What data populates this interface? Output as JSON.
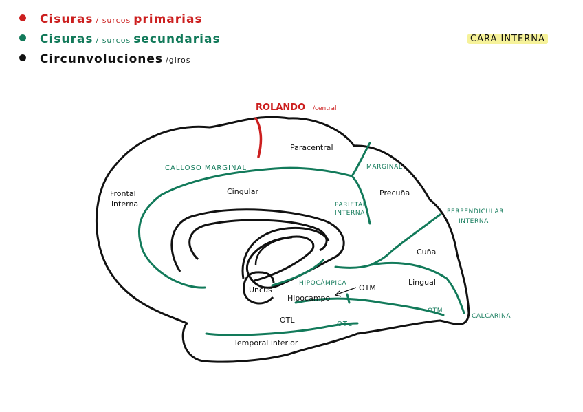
{
  "legend": [
    {
      "main_a": "Cisuras",
      "sep": "/ surcos",
      "main_b": "primarias",
      "color": "#cc1f1f"
    },
    {
      "main_a": "Cisuras",
      "sep": "/ surcos",
      "main_b": "secundarias",
      "color": "#127a5a"
    },
    {
      "main_a": "Circunvoluciones",
      "sep": "/giros",
      "main_b": "",
      "color": "#111111"
    }
  ],
  "view_label": "CARA INTERNA",
  "primary_sulci": {
    "rolando": "ROLANDO",
    "rolando_sub": "/central"
  },
  "secondary_sulci": {
    "calloso_marginal": "CALLOSO MARGINAL",
    "marginal": "MARGINAL",
    "parietal_interna": [
      "PARIETAL",
      "INTERNA"
    ],
    "perpendicular_interna": [
      "PERPENDICULAR",
      "INTERNA"
    ],
    "hipocampica": "HIPOCÁMPICA",
    "calcarina": "CALCARINA",
    "otm": "OTM",
    "otl": "OTL"
  },
  "gyri": {
    "paracentral": "Paracentral",
    "frontal_interna": [
      "Frontal",
      "interna"
    ],
    "cingular": "Cingular",
    "precuna": "Precuña",
    "cuna": "Cuña",
    "lingual": "Lingual",
    "uncus": "Uncus",
    "otm": "OTM",
    "hipocampo": "Hipocampo",
    "otl": "OTL",
    "temporal_inferior": "Temporal inferior"
  },
  "colors": {
    "primary": "#cc1f1f",
    "secondary": "#127a5a",
    "gyrus": "#111111",
    "highlight": "#f6f29a"
  }
}
